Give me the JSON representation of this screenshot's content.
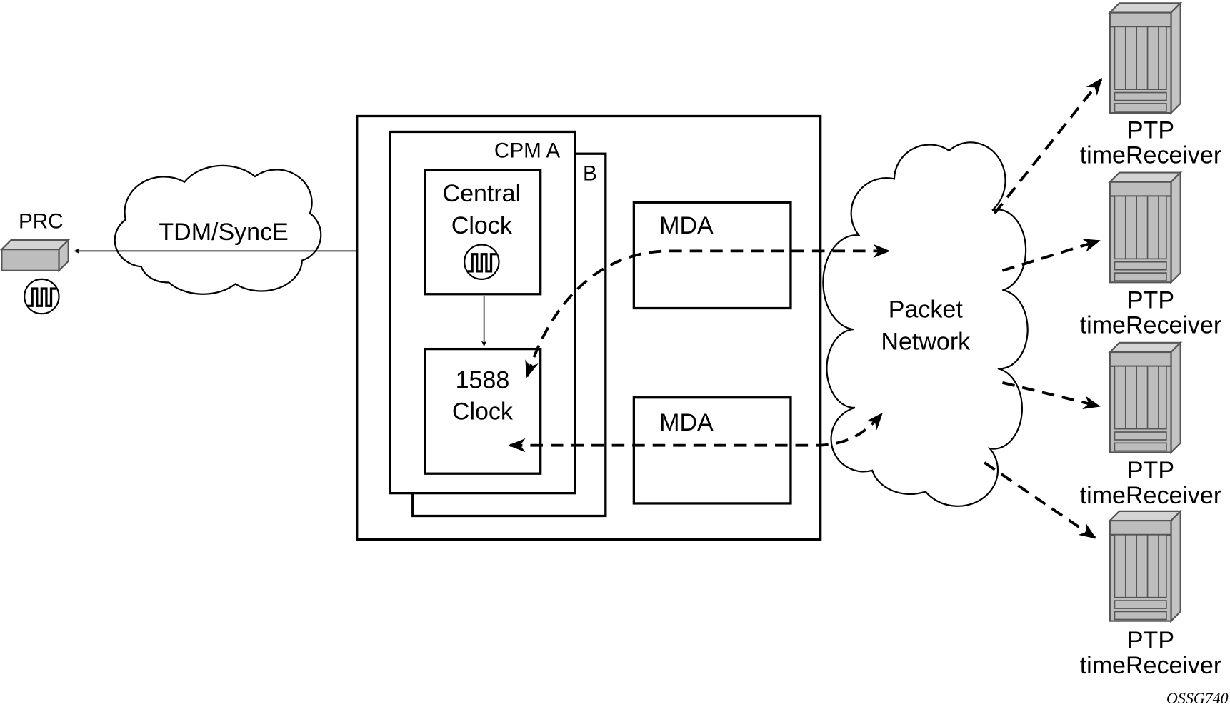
{
  "prc": {
    "label": "PRC"
  },
  "tdm_cloud": {
    "label": "TDM/SyncE"
  },
  "cpm_a": {
    "label": "CPM A"
  },
  "cpm_b": {
    "label": "B"
  },
  "central_clock": {
    "line1": "Central",
    "line2": "Clock"
  },
  "clock_1588": {
    "line1": "1588",
    "line2": "Clock"
  },
  "mda_top": {
    "label": "MDA"
  },
  "mda_bottom": {
    "label": "MDA"
  },
  "packet_network": {
    "line1": "Packet",
    "line2": "Network"
  },
  "receivers": [
    {
      "line1": "PTP",
      "line2": "timeReceiver"
    },
    {
      "line1": "PTP",
      "line2": "timeReceiver"
    },
    {
      "line1": "PTP",
      "line2": "timeReceiver"
    },
    {
      "line1": "PTP",
      "line2": "timeReceiver"
    }
  ],
  "figure_id": "OSSG740"
}
